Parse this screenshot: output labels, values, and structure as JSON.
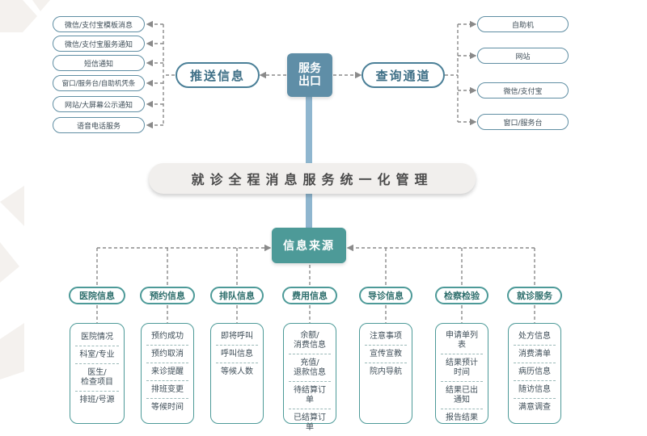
{
  "center": {
    "title": "服务\n出口"
  },
  "push": {
    "label": "推送信息",
    "items": [
      "微信/支付宝模板消息",
      "微信/支付宝服务通知",
      "短信通知",
      "窗口/服务台/自助机凭条",
      "网站/大屏幕公示通知",
      "语音电话服务"
    ]
  },
  "query": {
    "label": "查询通道",
    "items": [
      "自助机",
      "网站",
      "微信/支付宝",
      "窗口/服务台"
    ]
  },
  "banner": {
    "title": "就诊全程消息服务统一化管理"
  },
  "source": {
    "label": "信息来源"
  },
  "categories": [
    {
      "name": "医院信息",
      "items": [
        "医院情况",
        "科室/专业",
        "医生/\n检查项目",
        "排班/号源"
      ]
    },
    {
      "name": "预约信息",
      "items": [
        "预约成功",
        "预约取消",
        "来诊提醒",
        "排班变更",
        "等候时间"
      ]
    },
    {
      "name": "排队信息",
      "items": [
        "即将呼叫",
        "呼叫信息",
        "等候人数"
      ]
    },
    {
      "name": "费用信息",
      "items": [
        "余额/\n消费信息",
        "充值/\n退款信息",
        "待结算订单",
        "已结算订单"
      ]
    },
    {
      "name": "导诊信息",
      "items": [
        "注意事项",
        "宣传宣教",
        "院内导航"
      ]
    },
    {
      "name": "检察检验",
      "items": [
        "申请单列表",
        "结果预计\n时间",
        "结果已出\n通知",
        "报告结果"
      ]
    },
    {
      "name": "就诊服务",
      "items": [
        "处方信息",
        "消费清单",
        "病历信息",
        "随访信息",
        "满意调查"
      ]
    }
  ],
  "colors": {
    "accent_blue": "#5f8ea7",
    "accent_teal": "#4d9a98",
    "banner_bg": "#f1efed"
  }
}
